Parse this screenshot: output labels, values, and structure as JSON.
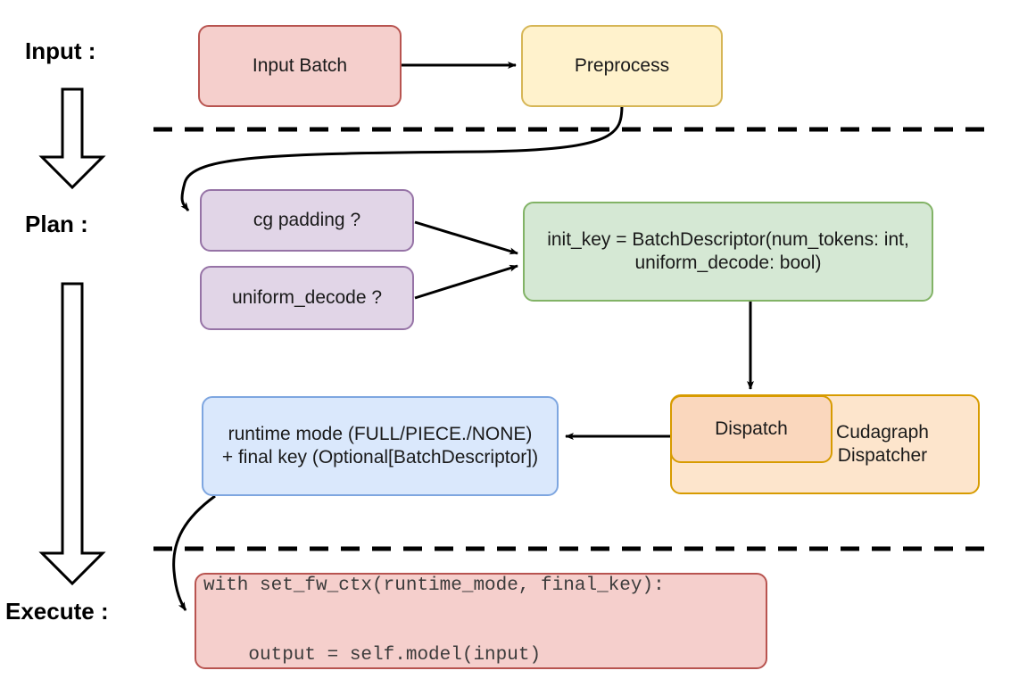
{
  "figure": {
    "type": "flow-diagram",
    "background": "#ffffff",
    "title": "",
    "stages": [
      {
        "id": "input",
        "label": "Input :"
      },
      {
        "id": "plan",
        "label": "Plan :"
      },
      {
        "id": "execute",
        "label": "Execute :"
      }
    ],
    "nodes": [
      {
        "id": "input-batch",
        "label": "Input Batch",
        "fill": "#f5cfcc",
        "stroke": "#b85450",
        "stage": "input"
      },
      {
        "id": "preprocess",
        "label": "Preprocess",
        "fill": "#fff2cc",
        "stroke": "#d6b656",
        "stage": "input"
      },
      {
        "id": "cg-padding",
        "label": "cg padding ?",
        "fill": "#e1d5e7",
        "stroke": "#9673a6",
        "stage": "plan"
      },
      {
        "id": "uniform-decode",
        "label": "uniform_decode ?",
        "fill": "#e1d5e7",
        "stroke": "#9673a6",
        "stage": "plan"
      },
      {
        "id": "init-key",
        "label_line1": "init_key = BatchDescriptor(num_tokens: int,",
        "label_line2": "uniform_decode: bool)",
        "fill": "#d5e8d4",
        "stroke": "#82b366",
        "stage": "plan"
      },
      {
        "id": "cudagraph-dispatcher",
        "label_line1": "Cudagraph",
        "label_line2": "Dispatcher",
        "fill": "#fde5cc",
        "stroke": "#d79b00",
        "stage": "plan"
      },
      {
        "id": "dispatch",
        "label": "Dispatch",
        "fill": "#fad7bd",
        "stroke": "#d79b00",
        "stage": "plan"
      },
      {
        "id": "runtime-mode",
        "label_line1": "runtime mode (FULL/PIECE./NONE)",
        "label_line2": "+ final key (Optional[BatchDescriptor])",
        "fill": "#dae8fc",
        "stroke": "#7ea6e0",
        "stage": "plan"
      },
      {
        "id": "execute-code",
        "label_line1": "with set_fw_ctx(runtime_mode, final_key):",
        "label_line2": "    output = self.model(input)",
        "fill": "#f5cfcc",
        "stroke": "#b85450",
        "stage": "execute"
      }
    ],
    "edges": [
      {
        "from": "input-batch",
        "to": "preprocess",
        "style": "straight-arrow"
      },
      {
        "from": "preprocess",
        "to": "cg-padding",
        "style": "curved-arrow"
      },
      {
        "from": "cg-padding",
        "to": "init-key",
        "style": "straight-arrow"
      },
      {
        "from": "uniform-decode",
        "to": "init-key",
        "style": "straight-arrow"
      },
      {
        "from": "init-key",
        "to": "dispatch",
        "style": "straight-arrow"
      },
      {
        "from": "cudagraph-dispatcher",
        "to": "runtime-mode",
        "style": "straight-arrow"
      },
      {
        "from": "runtime-mode",
        "to": "execute-code",
        "style": "curved-arrow"
      }
    ],
    "separators": [
      {
        "id": "input-plan-divider",
        "style": "dashed"
      },
      {
        "id": "plan-execute-divider",
        "style": "dashed"
      }
    ],
    "block_arrows": [
      {
        "id": "input-to-plan-arrow",
        "direction": "down"
      },
      {
        "id": "plan-to-execute-arrow",
        "direction": "down"
      }
    ]
  }
}
